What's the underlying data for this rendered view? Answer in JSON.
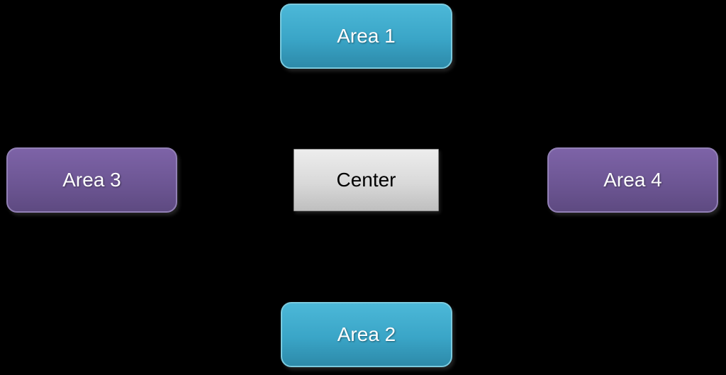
{
  "diagram": {
    "background": "#000000",
    "nodes": [
      {
        "id": "area1",
        "label": "Area 1",
        "position": "top",
        "shape": "rounded-rectangle",
        "fill_top": "#4cb8d8",
        "fill_mid": "#3aa5c7",
        "fill_bottom": "#2d8aa9",
        "border_color": "#7bcade",
        "text_color": "#ffffff"
      },
      {
        "id": "area2",
        "label": "Area 2",
        "position": "bottom",
        "shape": "rounded-rectangle",
        "fill_top": "#4cb8d8",
        "fill_mid": "#3aa5c7",
        "fill_bottom": "#2d8aa9",
        "border_color": "#7bcade",
        "text_color": "#ffffff"
      },
      {
        "id": "area3",
        "label": "Area 3",
        "position": "left",
        "shape": "rounded-rectangle",
        "fill_top": "#7d63a7",
        "fill_mid": "#6d5694",
        "fill_bottom": "#5e4a81",
        "border_color": "#9280b6",
        "text_color": "#ffffff"
      },
      {
        "id": "area4",
        "label": "Area 4",
        "position": "right",
        "shape": "rounded-rectangle",
        "fill_top": "#7d63a7",
        "fill_mid": "#6d5694",
        "fill_bottom": "#5e4a81",
        "border_color": "#9280b6",
        "text_color": "#ffffff"
      },
      {
        "id": "center",
        "label": "Center",
        "position": "center",
        "shape": "rectangle",
        "fill_top": "#ededed",
        "fill_mid": "#d9d9d9",
        "fill_bottom": "#bfbfbf",
        "border_color": "#8c8c8c",
        "text_color": "#000000"
      }
    ]
  }
}
